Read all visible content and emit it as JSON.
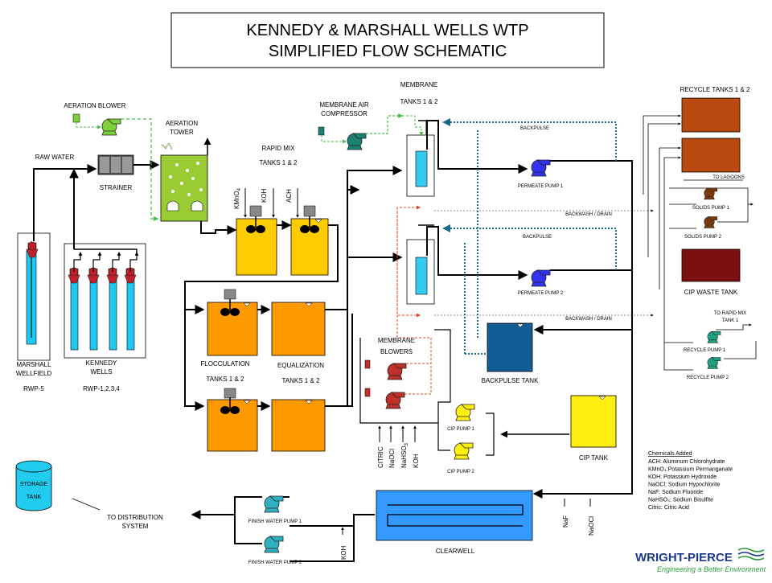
{
  "title": {
    "line1": "KENNEDY & MARSHALL WELLS WTP",
    "line2": "SIMPLIFIED FLOW SCHEMATIC"
  },
  "labels": {
    "aeration_blower": "AERATION BLOWER",
    "aeration_tower_1": "AERATION",
    "aeration_tower_2": "TOWER",
    "raw_water": "RAW WATER",
    "strainer": "STRAINER",
    "rapid_mix_1": "RAPID MIX",
    "rapid_mix_2": "TANKS 1 & 2",
    "chem_kmno4": "KMnO",
    "chem_kmno4_sub": "4",
    "chem_koh": "KOH",
    "chem_ach": "ACH",
    "membrane_air_1": "MEMBRANE  AIR",
    "membrane_air_2": "COMPRESSOR",
    "membrane_tanks_1": "MEMBRANE",
    "membrane_tanks_2": "TANKS 1 & 2",
    "backpulse_1": "BACKPULSE",
    "backpulse_2": "BACKPULSE",
    "permeate_pump_1": "PERMEATE PUMP 1",
    "permeate_pump_2": "PERMEATE PUMP 2",
    "backwash_drain_1": "BACKWASH / DRAIN",
    "backwash_drain_2": "BACKWASH / DRAIN",
    "recycle_tanks": "RECYCLE  TANKS 1 & 2",
    "to_lagoons": "TO LAGOONS",
    "solids_pump_1": "SOLIDS PUMP 1",
    "solids_pump_2": "SOLIDS PUMP 2",
    "cip_waste_tank": "CIP  WASTE TANK",
    "to_rapid_mix_1": "TO RAPID MIX",
    "to_rapid_mix_2": "TANK 1",
    "recycle_pump_1": "RECYCLE PUMP 1",
    "recycle_pump_2": "RECYCLE PUMP 2",
    "backpulse_tank": "BACKPULSE  TANK",
    "membrane_blowers_1": "MEMBRANE",
    "membrane_blowers_2": "BLOWERS",
    "marshall_1": "MARSHALL",
    "marshall_2": "WELLFIELD",
    "marshall_3": "RWP-5",
    "kennedy_1": "KENNEDY",
    "kennedy_2": "WELLS",
    "kennedy_3": "RWP-1,2,3,4",
    "flocc_1": "FLOCCULATION",
    "flocc_2": "TANKS 1 & 2",
    "equal_1": "EQUALIZATION",
    "equal_2": "TANKS 1 & 2",
    "cip_pump_1": "CIP PUMP 1",
    "cip_pump_2": "CIP PUMP 2",
    "cip_tank": "CIP  TANK",
    "chem_citric": "CITRIC",
    "chem_naocl": "NaOCl",
    "chem_nahso3": "NaHSO",
    "chem_nahso3_sub": "3",
    "chem_koh_2": "KOH",
    "storage_1": "STORAGE",
    "storage_2": "TANK",
    "to_dist_1": "TO DISTRIBUTION",
    "to_dist_2": "SYSTEM",
    "finish_pump_1": "FINISH WATER  PUMP 1",
    "finish_pump_2": "FINISH WATER  PUMP 2",
    "chem_koh_3": "KOH",
    "clearwell": "CLEARWELL",
    "chem_naf": "NaF",
    "chem_naocl_2": "NaOCl"
  },
  "chemicals_legend": {
    "heading": "Chemicals Added",
    "items": [
      "ACH: Aluminum Chlorohydrate",
      "KMnO₄:Potassium Permanganate",
      "KOH: Potassium Hydroxide",
      "NaOCl: Sodium Hypochlorite",
      "NaF: Sodium Fluoride",
      "NaHSO₃: Sodium Bisulfite",
      "Citric: Citric Acid"
    ]
  },
  "logo": {
    "name": "WRIGHT-PIERCE",
    "tagline": "Engineering a Better Environment"
  },
  "colors": {
    "well_blue": "#1ec8f0",
    "pump_red": "#c0202a",
    "blower_green": "#7fd03a",
    "aeration_green": "#99cc33",
    "rapid_mix_yellow": "#ffcc00",
    "floc_orange": "#ff9900",
    "membrane_cyan": "#33ccee",
    "permeate_blue": "#3333ee",
    "recycle_brown": "#b84a10",
    "cip_waste": "#7a1010",
    "solids_brown": "#7a3a10",
    "recycle_pump_teal": "#20a080",
    "backpulse_tank": "#115e96",
    "membrane_blower_red": "#c0302a",
    "cip_yellow": "#ffee11",
    "clearwell_blue": "#3399ff",
    "finish_pump_teal": "#30b0c0",
    "storage_cyan": "#22ccee",
    "air_green_dash": "#44bb44",
    "air_red_dash": "#dd4422",
    "backpulse_dash": "#1a6a8a",
    "logo_blue": "#1b3a8a",
    "logo_green": "#2a9a3a"
  },
  "icons": {
    "pump": "centrifugal-pump-icon",
    "well_pump": "submersible-pump-icon",
    "mixer": "mixer-icon",
    "diffuser": "diffuser-icon"
  }
}
